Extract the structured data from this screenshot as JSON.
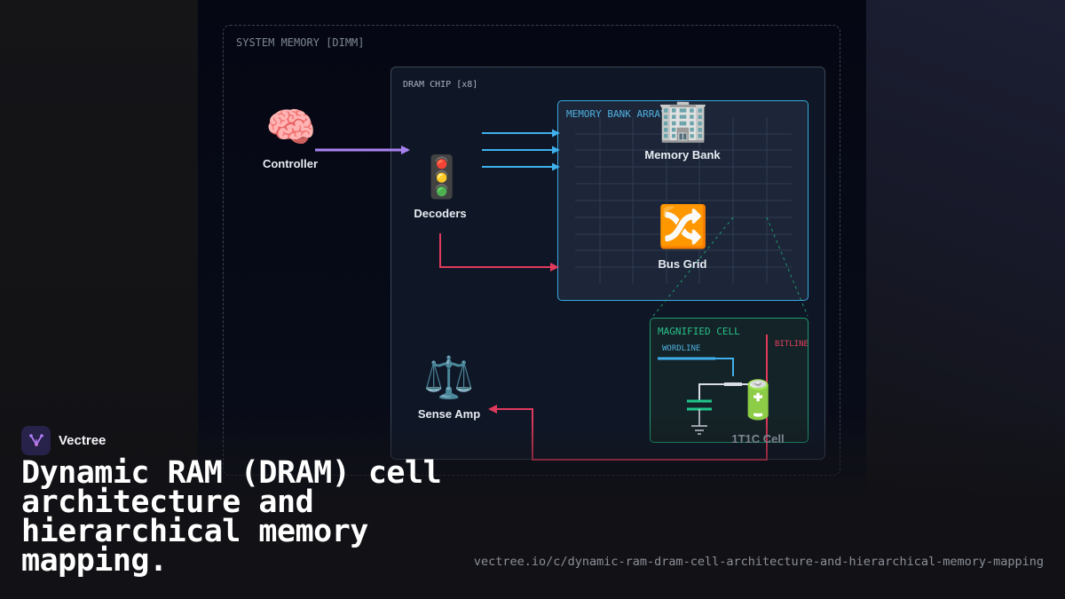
{
  "diagram": {
    "system_label": "SYSTEM MEMORY [DIMM]",
    "chip_label": "DRAM CHIP [x8]",
    "bank_array_label": "MEMORY BANK ARRAY",
    "magnified_label": "MAGNIFIED CELL",
    "wordline_label": "WORDLINE",
    "bitline_label": "BITLINE",
    "nodes": {
      "controller": {
        "icon": "brain-icon",
        "glyph": "🧠",
        "label": "Controller"
      },
      "decoders": {
        "icon": "traffic-light-icon",
        "glyph": "🚦",
        "label": "Decoders"
      },
      "memory_bank": {
        "icon": "office-building-icon",
        "glyph": "🏢",
        "label": "Memory Bank"
      },
      "bus_grid": {
        "icon": "shuffle-icon",
        "glyph": "🔀",
        "label": "Bus Grid"
      },
      "sense_amp": {
        "icon": "balance-scale-icon",
        "glyph": "⚖️",
        "label": "Sense Amp"
      },
      "cell": {
        "icon": "battery-icon",
        "glyph": "🔋",
        "label": "1T1C Cell"
      }
    },
    "colors": {
      "control_arrow": "#a882f0",
      "address_lines": "#3fb0ec",
      "data_lines": "#e03a5c",
      "cell_border": "#1f9a6e",
      "bank_border": "#38a8e0"
    }
  },
  "footer": {
    "brand": "Vectree",
    "title": "Dynamic RAM (DRAM) cell architecture and hierarchical memory mapping.",
    "url": "vectree.io/c/dynamic-ram-dram-cell-architecture-and-hierarchical-memory-mapping"
  }
}
